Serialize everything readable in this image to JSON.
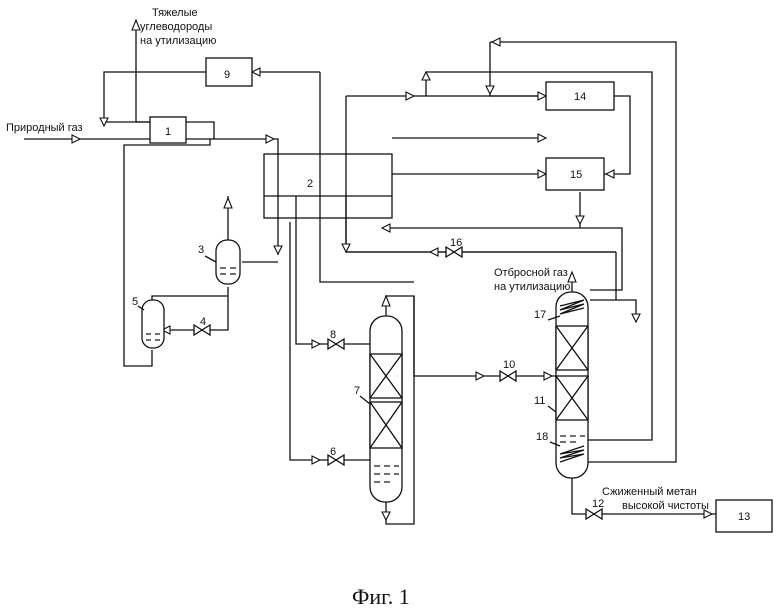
{
  "labels": {
    "natural_gas": "Природный газ",
    "heavy_hc_line1": "Тяжелые",
    "heavy_hc_line2": "углеводороды",
    "heavy_hc_line3": "на утилизацию",
    "waste_gas_line1": "Отбросной газ",
    "waste_gas_line2": "на утилизацию",
    "product_line1": "Сжиженный метан",
    "product_line2": "высокой чистоты"
  },
  "caption": "Фиг. 1",
  "numbers": {
    "n1": "1",
    "n2": "2",
    "n3": "3",
    "n4": "4",
    "n5": "5",
    "n6": "6",
    "n7": "7",
    "n8": "8",
    "n9": "9",
    "n10": "10",
    "n11": "11",
    "n12": "12",
    "n13": "13",
    "n14": "14",
    "n15": "15",
    "n16": "16",
    "n17": "17",
    "n18": "18"
  }
}
